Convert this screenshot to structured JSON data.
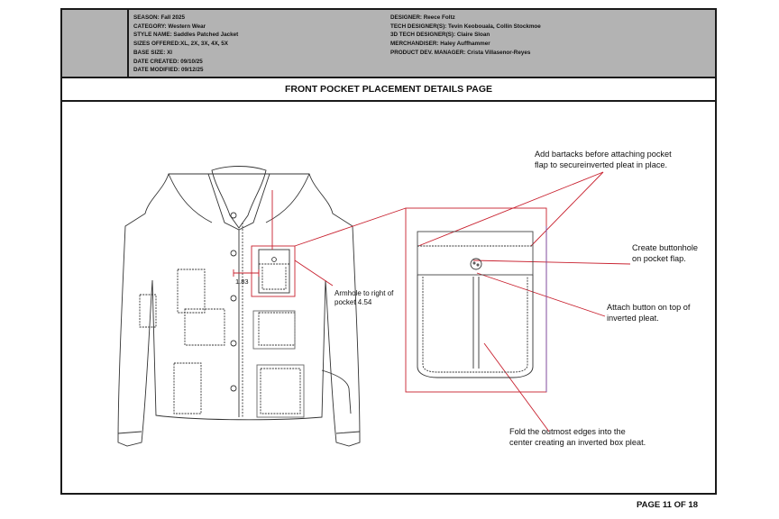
{
  "header": {
    "left": [
      "SEASON: Fall 2025",
      "CATEGORY: Western Wear",
      "STYLE NAME: Saddles Patched Jacket",
      "SIZES OFFERED:XL, 2X, 3X, 4X, 5X",
      "BASE SIZE: Xl",
      "DATE CREATED: 09/10/25",
      "DATE MODIFIED: 09/12/25"
    ],
    "right": [
      "DESIGNER: Reece Foltz",
      "TECH DESIGNER(S): Tevin Keobouala, Collin Stockmoe",
      "3D TECH DESIGNER(S): Claire Sloan",
      "MERCHANDISER: Haley Auffhammer",
      "PRODUCT DEV. MANAGER: Crista Villasenor-Reyes"
    ]
  },
  "page_title": "FRONT POCKET PLACEMENT DETAILS PAGE",
  "annotations": {
    "bartacks": [
      "Add bartacks before attaching pocket",
      "flap to secureinverted pleat in place."
    ],
    "buttonhole": [
      "Create buttonhole",
      "on pocket flap."
    ],
    "button": [
      "Attach button on top of",
      "inverted pleat."
    ],
    "fold": [
      "Fold the outmost edges into the",
      "center creating an inverted box pleat."
    ],
    "armhole": [
      "Armhole to right of",
      "pocket 4.54"
    ],
    "dim_1": "1.83"
  },
  "colors": {
    "callout_line": "#c8202e",
    "header_bg": "#b3b3b3",
    "pleat_guide": "#7a4ea8"
  },
  "footer": "PAGE 11 OF 18"
}
